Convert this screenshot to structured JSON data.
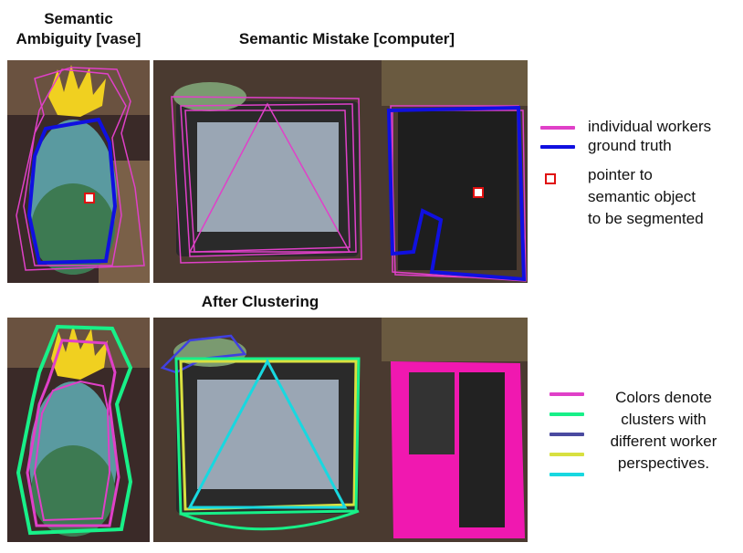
{
  "titles": {
    "vase": "Semantic Ambiguity [vase]",
    "vase_line1": "Semantic",
    "vase_line2": "Ambiguity [vase]",
    "computer": "Semantic Mistake [computer]",
    "after": "After Clustering"
  },
  "legend_top": {
    "individual": {
      "label": "individual workers",
      "color": "#e040c8"
    },
    "ground_truth": {
      "label": "ground truth",
      "color": "#1010e0"
    },
    "pointer": {
      "line1": "pointer to",
      "line2": "semantic object",
      "line3": "to be segmented",
      "color": "#e01010"
    }
  },
  "legend_bottom": {
    "lines": [
      "Colors denote",
      "clusters with",
      "different worker",
      "perspectives."
    ],
    "swatches": [
      "#e040c8",
      "#18f088",
      "#4a4aa0",
      "#d8e040",
      "#18d8e0"
    ]
  }
}
